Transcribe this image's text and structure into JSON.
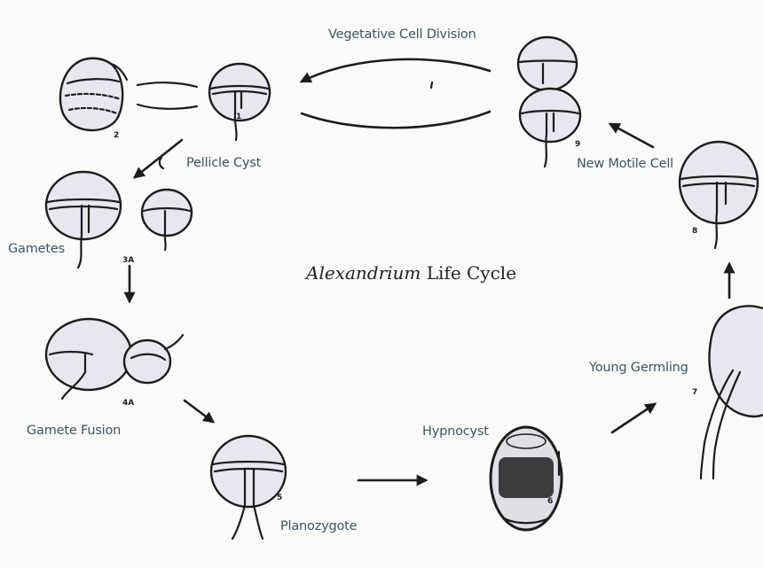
{
  "title": {
    "genus": "Alexandrium",
    "rest": " Life Cycle"
  },
  "labels": {
    "vegetative_cell_division": "Vegetative Cell Division",
    "pellicle_cyst": "Pellicle Cyst",
    "new_motile_cell": "New Motile Cell",
    "gametes": "Gametes",
    "gamete_fusion": "Gamete Fusion",
    "planozygote": "Planozygote",
    "hypnocyst": "Hypnocyst",
    "young_germling": "Young Germling"
  },
  "stage_numbers": {
    "n1": "1",
    "n2": "2",
    "n3a": "3A",
    "n4a": "4A",
    "n5": "5",
    "n6": "6",
    "n7": "7",
    "n8": "8",
    "n9": "9"
  },
  "colors": {
    "cell_fill": "#e6e7ef",
    "ink": "#1c1c1c",
    "label": "#3d5560"
  }
}
